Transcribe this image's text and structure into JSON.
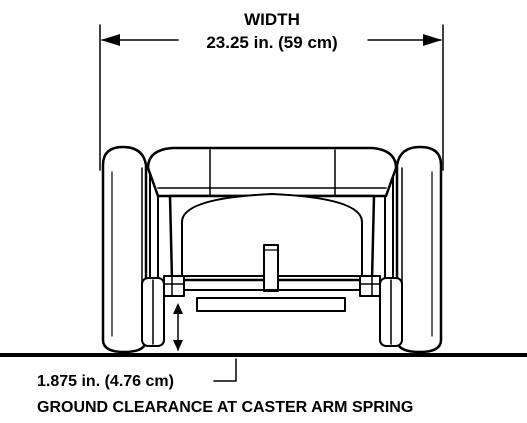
{
  "width_dimension": {
    "title": "WIDTH",
    "value": "23.25 in. (59 cm)"
  },
  "clearance_dimension": {
    "value": "1.875 in. (4.76 cm)",
    "caption": "GROUND CLEARANCE AT CASTER ARM SPRING"
  },
  "colors": {
    "line": "#000000",
    "background": "#ffffff"
  }
}
